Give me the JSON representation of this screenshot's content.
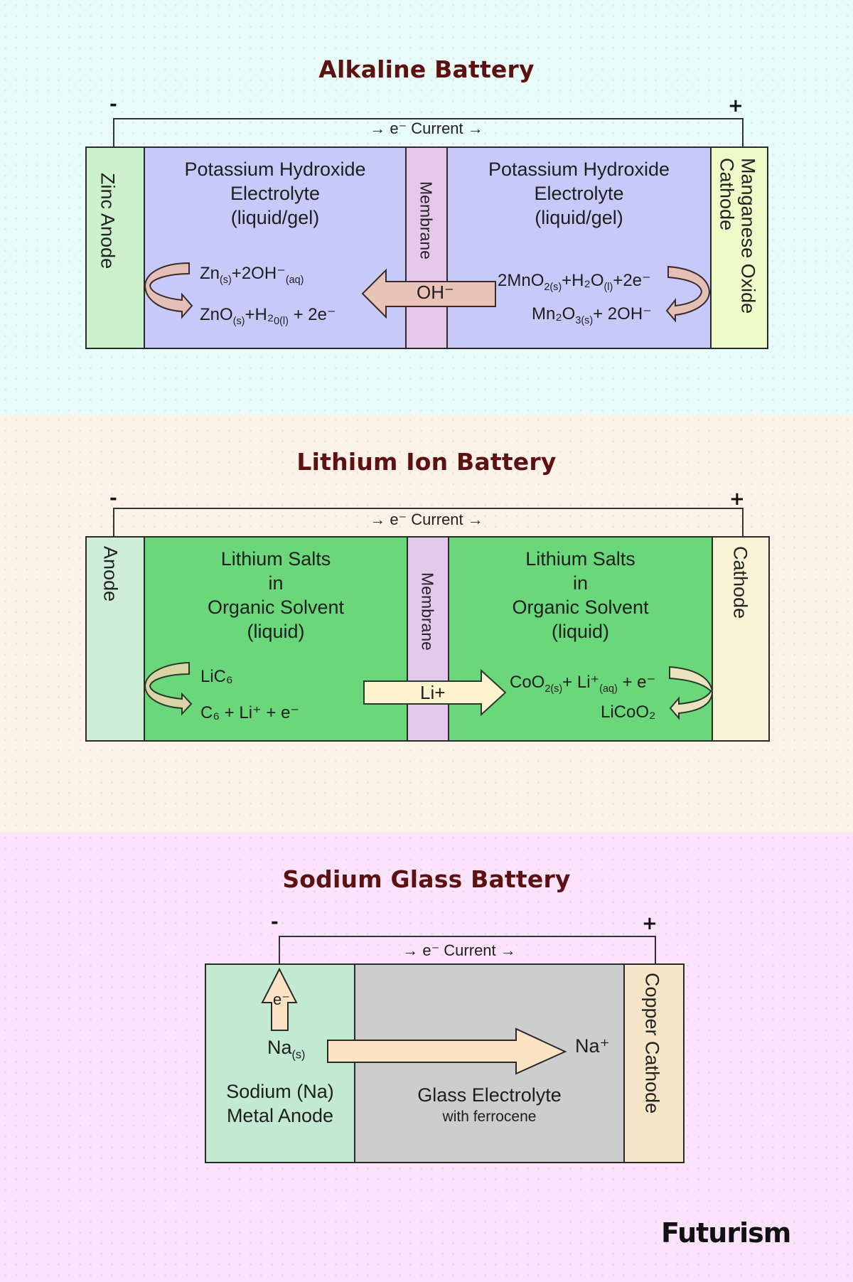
{
  "colors": {
    "title": "#5e1111",
    "alkaline_bg": "#e8fcfa",
    "lithium_bg": "#fdf2e7",
    "sodium_bg": "#fbe3fb",
    "alkaline_anode": "#cdf0cd",
    "alkaline_electrolyte": "#c7caf8",
    "membrane": "#e6c8ea",
    "alkaline_cathode": "#eefac8",
    "alkaline_arrow": "#e9c2b8",
    "lithium_anode": "#cfeed7",
    "lithium_electrolyte": "#6ad77b",
    "lithium_cathode": "#f7f3d4",
    "lithium_arrow": "#fdf3cf",
    "sodium_anode": "#c2e9d1",
    "sodium_electrolyte": "#cdcdcd",
    "sodium_cathode": "#f7e5c8",
    "sodium_arrow": "#fbe3c3"
  },
  "alkaline": {
    "title": "Alkaline Battery",
    "negative_sign": "-",
    "positive_sign": "+",
    "current_label": "→ e⁻ Current →",
    "anode": "Zinc Anode",
    "electrolyte_left": [
      "Potassium Hydroxide",
      "Electrolyte",
      "(liquid/gel)"
    ],
    "membrane": "Membrane",
    "electrolyte_right": [
      "Potassium Hydroxide",
      "Electrolyte",
      "(liquid/gel)"
    ],
    "cathode_line1": "Manganese Oxide",
    "cathode_line2": "Cathode",
    "ion_label": "OH⁻",
    "anode_reaction_reactants": "Zn(s)+2OH⁻(aq)",
    "anode_reaction_products": "ZnO(s)+H₂0(l) + 2e⁻",
    "cathode_reaction_reactants": "2MnO2(s)+H₂O(l)+2e⁻",
    "cathode_reaction_products": "Mn₂O3(s)+ 2OH⁻"
  },
  "lithium": {
    "title": "Lithium Ion Battery",
    "negative_sign": "-",
    "positive_sign": "+",
    "current_label": "→ e⁻ Current →",
    "anode": "Anode",
    "electrolyte_left": [
      "Lithium Salts",
      "in",
      "Organic Solvent",
      "(liquid)"
    ],
    "membrane": "Membrane",
    "electrolyte_right": [
      "Lithium Salts",
      "in",
      "Organic Solvent",
      "(liquid)"
    ],
    "cathode": "Cathode",
    "ion_label": "Li+",
    "anode_reaction_reactants": "LiC₆",
    "anode_reaction_products": "C₆ + Li⁺ + e⁻",
    "cathode_reaction_reactants": "CoO2(s)+ Li⁺(aq) + e⁻",
    "cathode_reaction_products": "LiCoO₂"
  },
  "sodium": {
    "title": "Sodium Glass Battery",
    "negative_sign": "-",
    "positive_sign": "+",
    "current_label": "→ e⁻ Current →",
    "electron_label": "e⁻",
    "sodium_solid": "Na(s)",
    "sodium_ion": "Na⁺",
    "anode": [
      "Sodium (Na)",
      "Metal Anode"
    ],
    "electrolyte": "Glass Electrolyte",
    "electrolyte_sub": "with ferrocene",
    "cathode": "Copper Cathode"
  },
  "brand": {
    "logo": "Futurism"
  }
}
